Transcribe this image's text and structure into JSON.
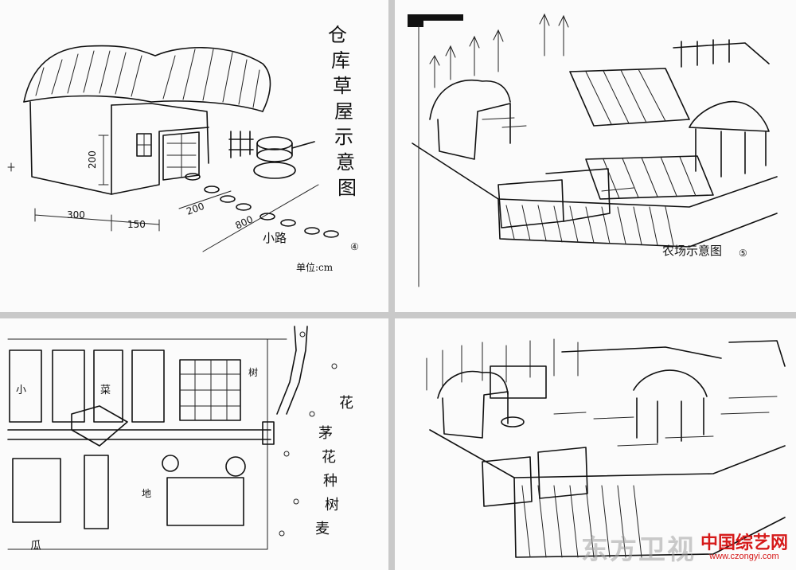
{
  "panels": [
    {
      "title_vertical": [
        "仓",
        "库",
        "草",
        "屋",
        "示",
        "意",
        "图"
      ],
      "dims": {
        "width_a": "300",
        "width_b": "150",
        "height": "200",
        "depth": "200",
        "length": "800"
      },
      "path_label": "小路",
      "unit": "单位:cm",
      "page_no": "④"
    },
    {
      "caption": "农场示意图",
      "page_no": "⑤"
    },
    {
      "side_label_right": "花",
      "side_labels": [
        "茅",
        "花",
        "种",
        "树",
        "麦"
      ],
      "small_texts": [
        "小",
        "菜",
        "地",
        "树",
        "瓜"
      ]
    },
    {}
  ],
  "watermark": {
    "ghost_text": "东方卫视",
    "logo_title": "中国综艺网",
    "logo_url": "www.czongyi.com"
  }
}
